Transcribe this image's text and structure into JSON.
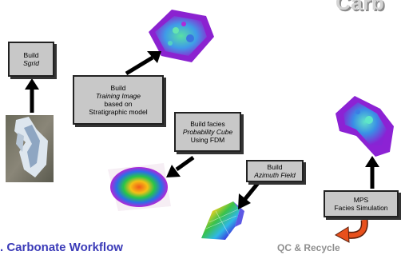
{
  "title_partial": "Carb",
  "boxes": {
    "build_sgrid": {
      "line1": "Build",
      "line2": "Sgrid"
    },
    "build_training_image": {
      "line1": "Build",
      "line2": "Training Image",
      "line3": "based on",
      "line4": "Stratigraphic model"
    },
    "build_probability_cube": {
      "line1": "Build facies",
      "line2": "Probability Cube",
      "line3": "Using FDM"
    },
    "build_azimuth_field": {
      "line1": "Build",
      "line2": "Azimuth Field"
    },
    "mps_simulation": {
      "line1": "MPS",
      "line2": "Facies Simulation"
    }
  },
  "workflow_label": ". Carbonate Workflow",
  "qc_label": "QC & Recycle",
  "colors": {
    "box_fill": "#c8c8c8",
    "workflow_text": "#3b3bb8",
    "qc_text": "#8f8f8f",
    "recycle_arrow": "#e8501c"
  }
}
